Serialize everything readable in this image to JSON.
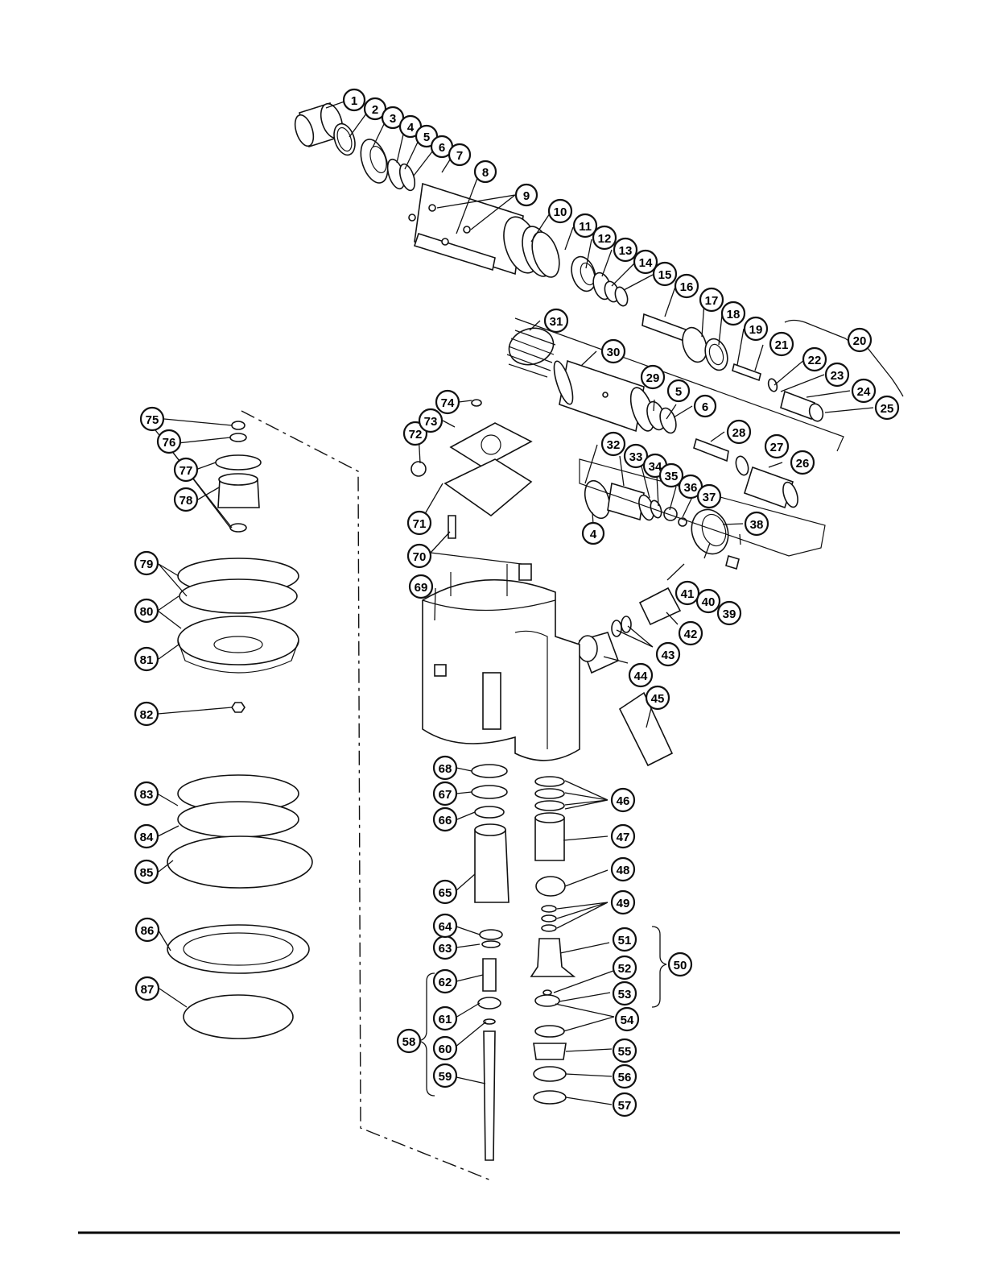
{
  "diagram": {
    "kind": "exploded parts view",
    "callouts": [
      "1",
      "2",
      "3",
      "4",
      "5",
      "6",
      "7",
      "8",
      "9",
      "10",
      "11",
      "12",
      "13",
      "14",
      "15",
      "16",
      "17",
      "18",
      "19",
      "20",
      "21",
      "22",
      "23",
      "24",
      "25",
      "26",
      "27",
      "28",
      "29",
      "30",
      "31",
      "32",
      "33",
      "34",
      "35",
      "36",
      "37",
      "38",
      "39",
      "40",
      "41",
      "42",
      "43",
      "44",
      "45",
      "46",
      "47",
      "48",
      "49",
      "50",
      "51",
      "52",
      "53",
      "54",
      "55",
      "56",
      "57",
      "58",
      "59",
      "60",
      "61",
      "62",
      "63",
      "64",
      "65",
      "66",
      "67",
      "68",
      "69",
      "70",
      "71",
      "72",
      "73",
      "74",
      "75",
      "76",
      "77",
      "78",
      "79",
      "80",
      "81",
      "82",
      "83",
      "84",
      "85",
      "86",
      "87"
    ],
    "repeated_callouts": [
      "4",
      "5",
      "6",
      "54"
    ]
  }
}
